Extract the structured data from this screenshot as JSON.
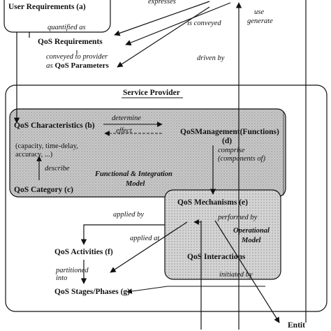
{
  "boxes": {
    "user_requirements": "User Requirements (a)",
    "service_provider": "Service Provider",
    "qos_characteristics": "QoS Characteristics (b)",
    "qos_characteristics_examples": "(capacity, time-delay,",
    "qos_characteristics_examples2": "accuracy, ...)",
    "qos_category": "QoS Category (c)",
    "functional_model_line1": "Functional & Integration",
    "functional_model_line2": "Model",
    "qos_management_line1": "QoSManagement(Functions)",
    "qos_management_line2": "(d)",
    "qos_mechanisms": "QoS Mechanisms (e)",
    "operational_model_line1": "Operational",
    "operational_model_line2": "Model",
    "qos_interactions": "QoS Interactions"
  },
  "nodes": {
    "qos_requirements": "QoS Requirements",
    "qos_parameters_prefix": "as ",
    "qos_parameters": "QoS Parameters",
    "qos_activities": "QoS Activities (f)",
    "qos_stages": "QoS Stages/Phases (g)",
    "entity": "Entit"
  },
  "edge_labels": {
    "expresses": "expresses",
    "is_conveyed": "is conveyed",
    "use": "use",
    "generate": "generate",
    "quantified_as": "quantified as",
    "conveyed_to_provider": "conveyed to provider",
    "driven_by": "driven by",
    "determine": "determine",
    "effect": "effect",
    "describe": "describe",
    "comprise": "comprise",
    "components_of": "(components of)",
    "applied_by": "applied by",
    "applied_at": "applied at",
    "performed_by": "performed by",
    "partitioned": "partitioned",
    "into": "into",
    "initiated_by": "initiated by"
  }
}
